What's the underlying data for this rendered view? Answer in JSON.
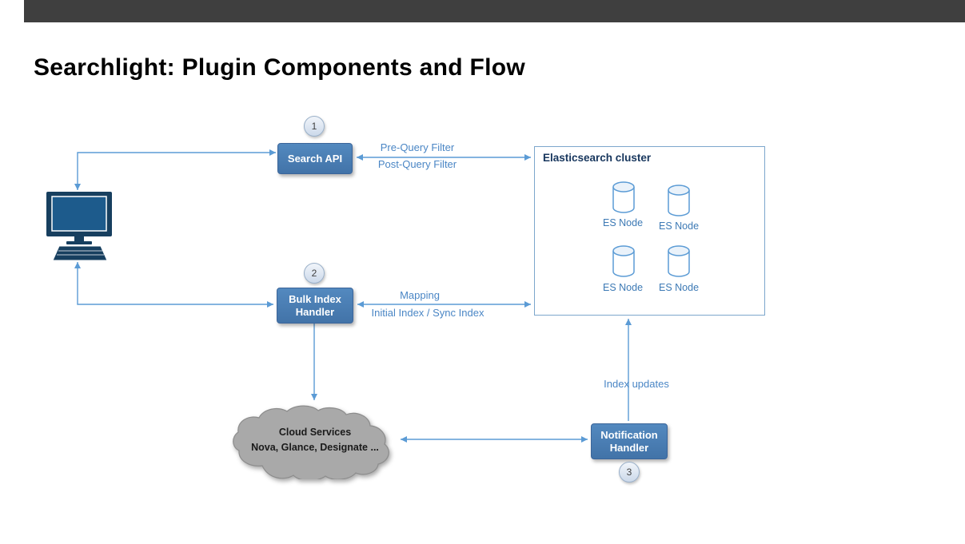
{
  "title": "Searchlight: Plugin Components and Flow",
  "colors": {
    "accent_blue": "#5b9bd5",
    "node_fill": "#4a7ebb",
    "node_border": "#3b659a",
    "cluster_border": "#7da7cc",
    "cluster_label_color": "#17365d",
    "edge_label_color": "#4a86c5",
    "cloud_fill": "#a9a9a9",
    "top_bar": "#3f3f3f",
    "computer_icon_color": "#173f5f"
  },
  "nodes": {
    "search_api": {
      "label": "Search API",
      "badge": "1"
    },
    "bulk_index": {
      "label": "Bulk Index\nHandler",
      "badge": "2"
    },
    "notification": {
      "label": "Notification\nHandler",
      "badge": "3"
    }
  },
  "cluster": {
    "label": "Elasticsearch cluster",
    "nodes": [
      {
        "label": "ES Node"
      },
      {
        "label": "ES Node"
      },
      {
        "label": "ES Node"
      },
      {
        "label": "ES Node"
      }
    ]
  },
  "cloud": {
    "line1": "Cloud Services",
    "line2": "Nova, Glance, Designate ..."
  },
  "edges": {
    "pre_query": "Pre-Query Filter",
    "post_query": "Post-Query Filter",
    "mapping": "Mapping",
    "initial_index": "Initial Index / Sync Index",
    "index_updates": "Index updates"
  }
}
